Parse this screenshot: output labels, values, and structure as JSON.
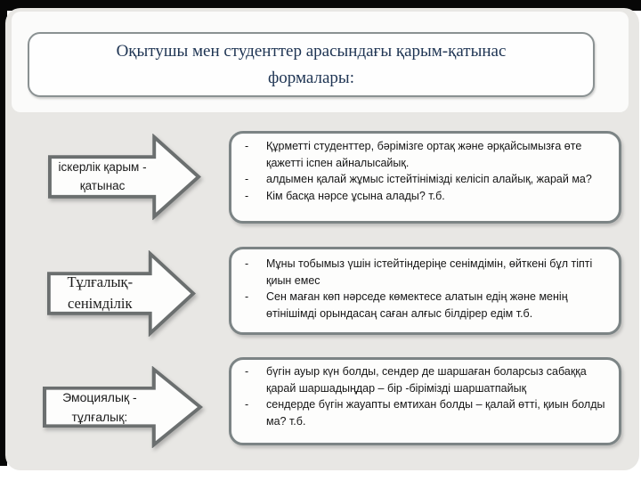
{
  "slide": {
    "title_line1": "Оқытушы мен студенттер арасындағы қарым-қатынас",
    "title_line2": "формалары:",
    "bullet_char": "-",
    "rows": [
      {
        "arrow_line1": "іскерлік қарым -",
        "arrow_line2": "қатынас",
        "bullets": [
          "Құрметті  студенттер, бәрімізге ортақ және әрқайсымызға өте қажетті іспен айналысайық.",
          "алдымен қалай жұмыс істейтінімізді келісіп алайық, жарай ма?",
          "Кім басқа нәрсе ұсына алады? т.б."
        ]
      },
      {
        "arrow_line1": "Тұлғалық-",
        "arrow_line2": "сенімділік",
        "bullets": [
          "Мұны тобымыз үшін істейтіндеріңе сенімдімін, өйткені бұл тіпті қиын емес",
          "Сен маған көп нәрседе көмектесе алатын едің және менің өтінішімді орындасаң саған алғыс білдірер едім т.б."
        ]
      },
      {
        "arrow_line1": "Эмоциялық -",
        "arrow_line2": "тұлғалық:",
        "bullets": [
          "бүгін ауыр күн болды, сендер де шаршаған боларсыз сабаққа қарай шаршадыңдар – бір -бірімізді шаршатпайық",
          "сендерде бүгін жауапты емтихан  болды – қалай өтті, қиын болды ма? т.б."
        ]
      }
    ],
    "colors": {
      "frame_black": "#070707",
      "panel_gray": "#e8e7e4",
      "border_gray": "#7c8485",
      "arrow_outline": "#6b6f6f",
      "title_text": "#1e3453"
    }
  }
}
